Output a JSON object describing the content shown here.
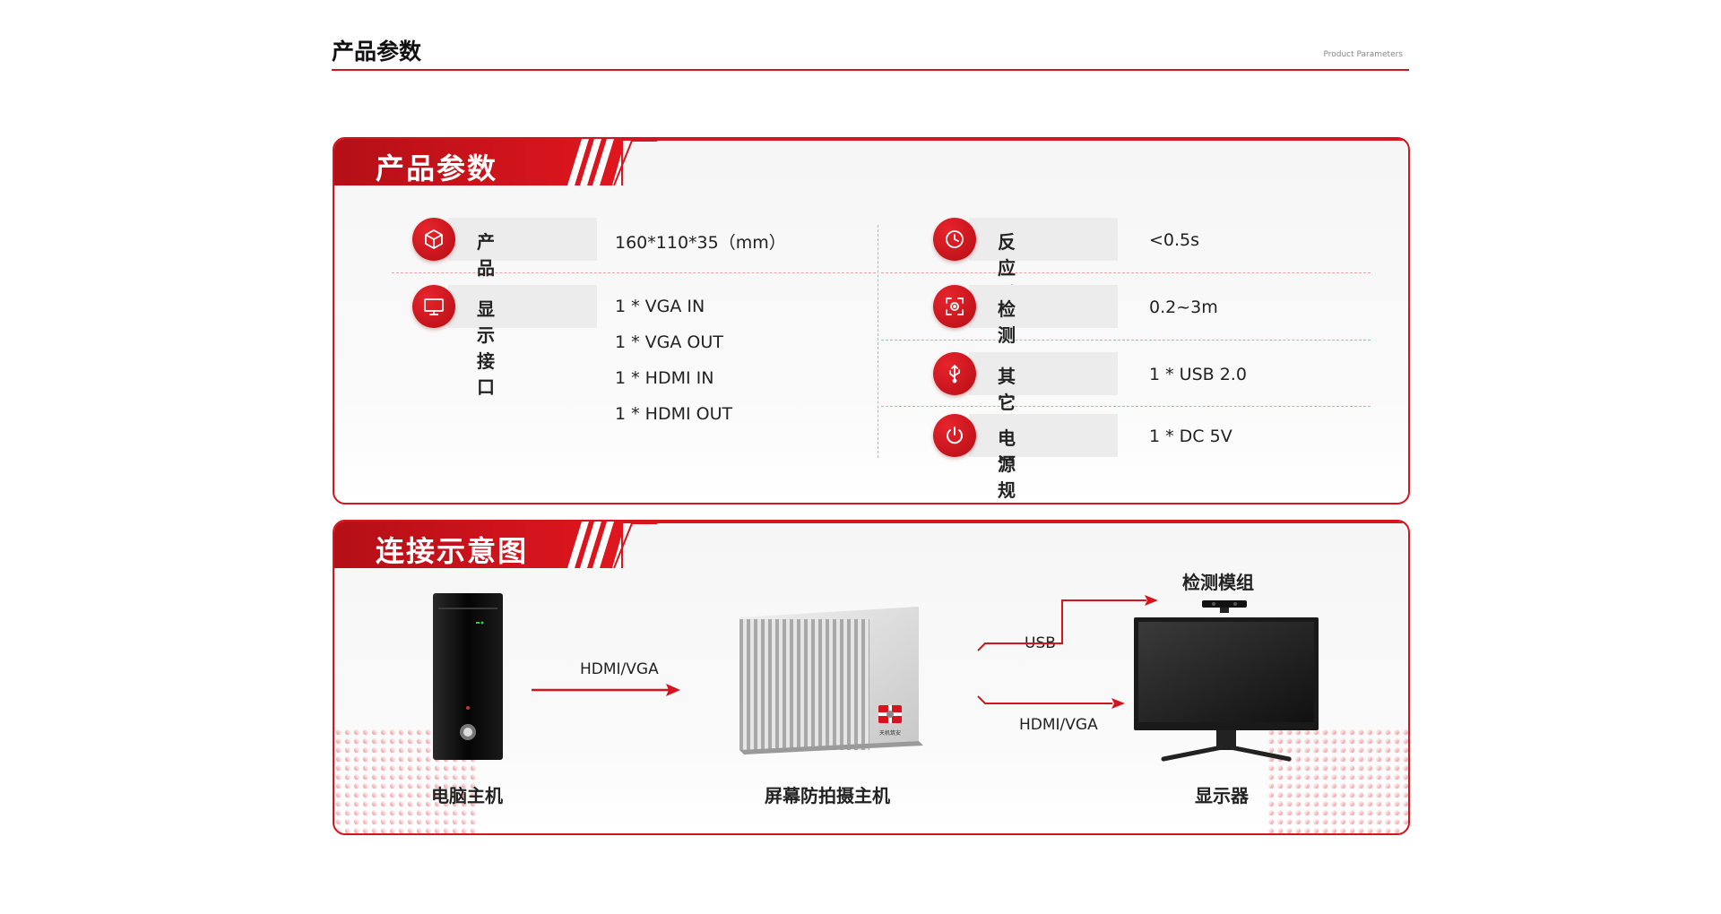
{
  "page": {
    "heading": "产品参数",
    "heading_en": "Product Parameters"
  },
  "params_card": {
    "title": "产品参数",
    "left": [
      {
        "icon": "cube-icon",
        "label": "产品尺寸",
        "value": "160*110*35（mm）"
      },
      {
        "icon": "monitor-icon",
        "label": "显示接口",
        "values": [
          "1 * VGA IN",
          "1 * VGA OUT",
          "1 * HDMI IN",
          "1 * HDMI OUT"
        ]
      }
    ],
    "right": [
      {
        "icon": "clock-icon",
        "label": "反应时间",
        "value": "<0.5s"
      },
      {
        "icon": "camera-target-icon",
        "label": "检测距离",
        "value": "0.2~3m"
      },
      {
        "icon": "usb-icon",
        "label": "其它接口",
        "value": "1 * USB 2.0"
      },
      {
        "icon": "power-icon",
        "label": "电源规格",
        "value": "1 * DC 5V"
      }
    ]
  },
  "diagram_card": {
    "title": "连接示意图",
    "nodes": {
      "pc": "电脑主机",
      "host": "屏幕防拍摄主机",
      "sensor": "检测模组",
      "display": "显示器"
    },
    "links": {
      "pc_to_host": "HDMI/VGA",
      "host_to_sensor": "USB",
      "host_to_display": "HDMI/VGA"
    },
    "logo_text": "天机筑安"
  },
  "colors": {
    "accent": "#d7131d",
    "accent_dark": "#b50f17"
  }
}
